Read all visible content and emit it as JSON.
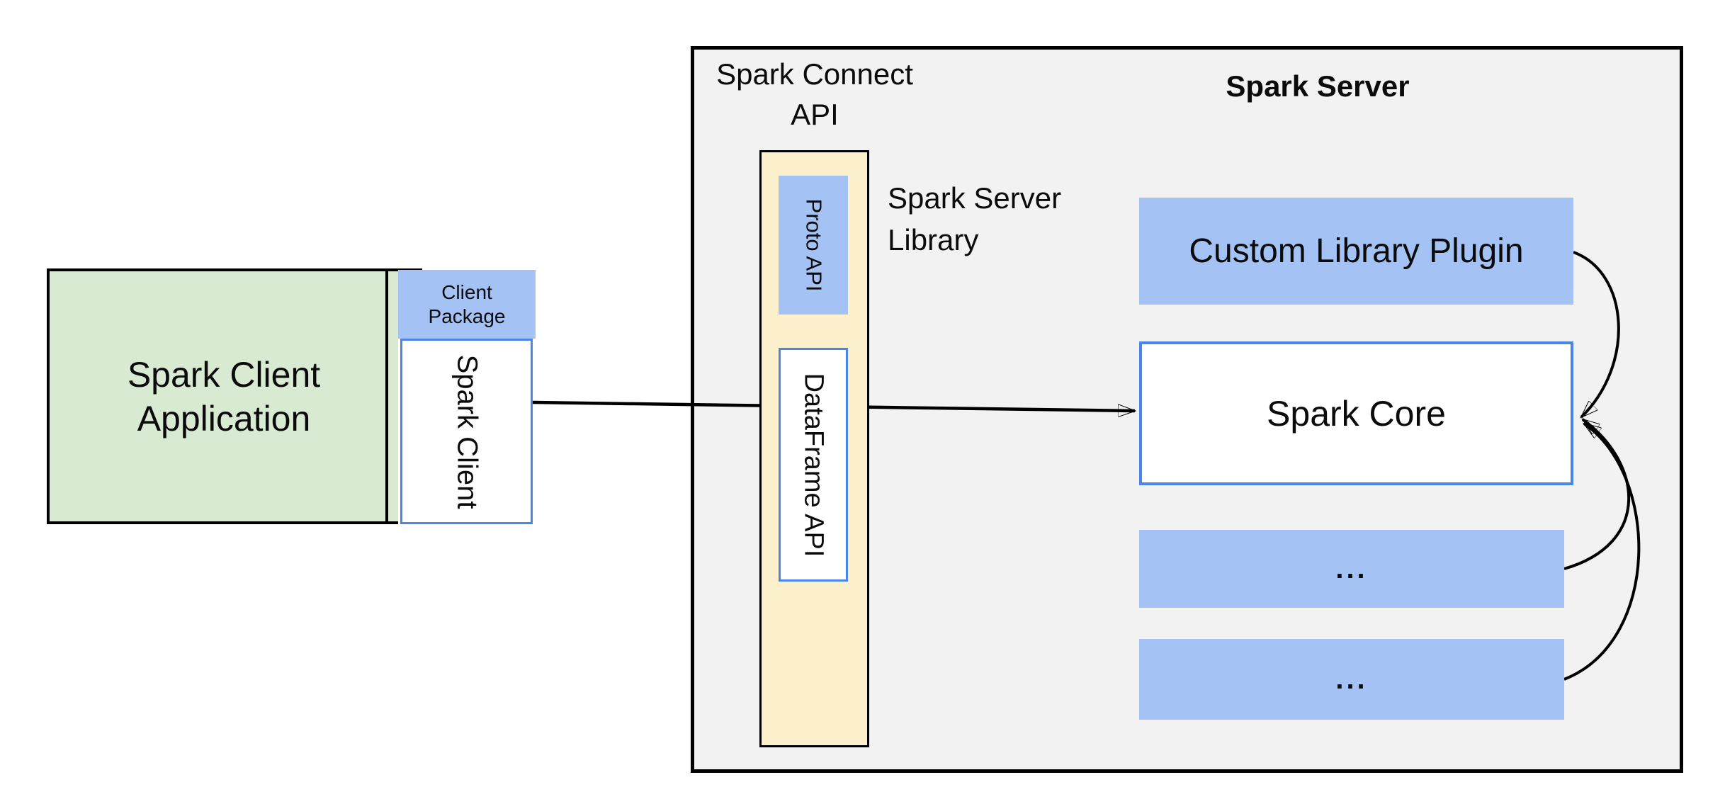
{
  "client": {
    "app_label_line1": "Spark Client",
    "app_label_line2": "Application",
    "package_label_line1": "Client",
    "package_label_line2": "Package",
    "spark_client_label": "Spark Client"
  },
  "connect_api": {
    "label_line1": "Spark Connect",
    "label_line2": "API",
    "proto_api_label": "Proto API",
    "dataframe_api_label": "DataFrame API"
  },
  "server": {
    "title": "Spark Server",
    "library_label_line1": "Spark Server",
    "library_label_line2": "Library",
    "plugin_label": "Custom Library Plugin",
    "core_label": "Spark Core",
    "ellipsis_1": "...",
    "ellipsis_2": "..."
  },
  "colors": {
    "server_bg": "#f2f2f3",
    "client_app_bg": "#d9ead3",
    "accent_blue": "#a4c2f4",
    "blue_border": "#4a86e8",
    "api_bg": "#fdf0cd",
    "line": "#000000"
  }
}
